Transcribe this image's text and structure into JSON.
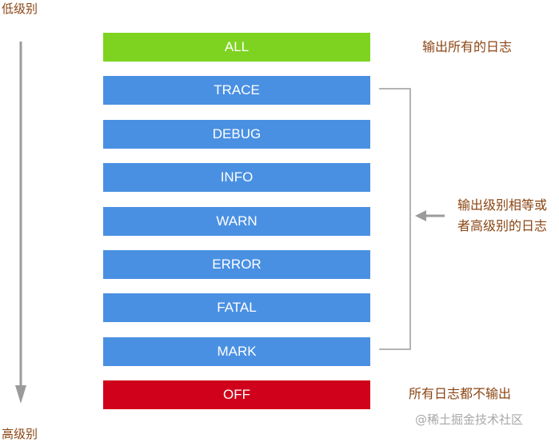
{
  "axis": {
    "low": "低级别",
    "high": "高级别"
  },
  "levels": [
    {
      "name": "ALL",
      "color": "#7ed321"
    },
    {
      "name": "TRACE",
      "color": "#4a90e2"
    },
    {
      "name": "DEBUG",
      "color": "#4a90e2"
    },
    {
      "name": "INFO",
      "color": "#4a90e2"
    },
    {
      "name": "WARN",
      "color": "#4a90e2"
    },
    {
      "name": "ERROR",
      "color": "#4a90e2"
    },
    {
      "name": "FATAL",
      "color": "#4a90e2"
    },
    {
      "name": "MARK",
      "color": "#4a90e2"
    },
    {
      "name": "OFF",
      "color": "#d0021b"
    }
  ],
  "notes": {
    "all": "输出所有的日志",
    "range_line1": "输出级别相等或",
    "range_line2": "者高级别的日志",
    "off": "所有日志都不输出"
  },
  "colors": {
    "note_text": "#8B4513",
    "connector": "#9b9b9b"
  },
  "watermark": "@稀土掘金技术社区"
}
